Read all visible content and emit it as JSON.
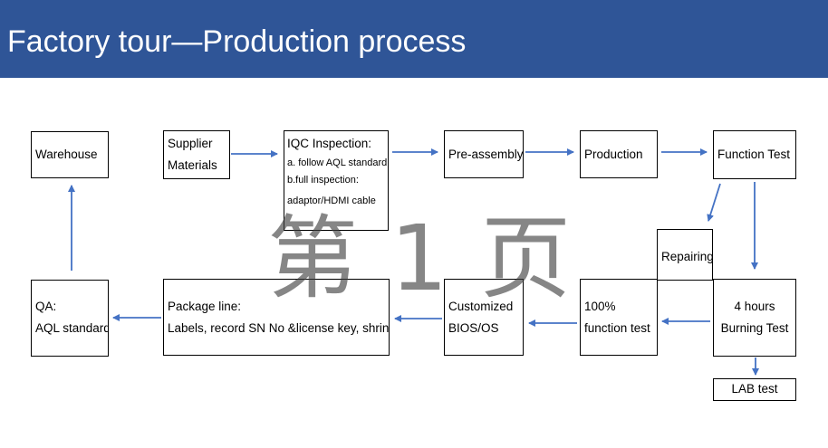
{
  "header": {
    "title": "Factory tour—Production process",
    "background": "#2f5597",
    "text_color": "#ffffff"
  },
  "boxes": {
    "warehouse": {
      "lines": [
        "Warehouse"
      ]
    },
    "supplier": {
      "lines": [
        "Supplier",
        "Materials"
      ]
    },
    "iqc": {
      "title": "IQC Inspection:",
      "items": [
        "a. follow AQL standard",
        "b.full inspection:",
        "adaptor/HDMI cable"
      ]
    },
    "pre_assembly": {
      "lines": [
        "Pre-assembly"
      ]
    },
    "production": {
      "lines": [
        "Production"
      ]
    },
    "function_test": {
      "lines": [
        "Function Test"
      ]
    },
    "repairing": {
      "lines": [
        "Repairing"
      ]
    },
    "qa": {
      "lines": [
        "QA:",
        "AQL standard"
      ]
    },
    "package_line": {
      "lines": [
        "Package line:",
        "Labels, record SN No &license key, shrink"
      ]
    },
    "customized": {
      "lines": [
        "Customized",
        "BIOS/OS"
      ]
    },
    "function_test_100": {
      "lines": [
        "100%",
        "function test"
      ]
    },
    "burning_test": {
      "lines": [
        "4 hours",
        "Burning Test"
      ]
    },
    "lab_test": {
      "lines": [
        "LAB test"
      ]
    }
  },
  "watermark": "第 1 页",
  "arrow_color": "#4472c4"
}
